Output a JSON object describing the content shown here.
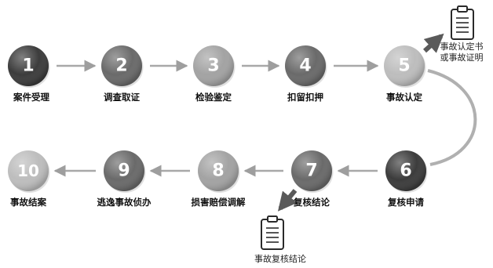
{
  "colors": {
    "dark": "#3c3c3c",
    "mid": "#6a6a6a",
    "light": "#a3a3a3",
    "pale": "#bdbdbd",
    "arrow": "#9e9e9e"
  },
  "steps": [
    {
      "number": "1",
      "label": "案件受理",
      "shade": "dark"
    },
    {
      "number": "2",
      "label": "调查取证",
      "shade": "mid"
    },
    {
      "number": "3",
      "label": "检验鉴定",
      "shade": "light"
    },
    {
      "number": "4",
      "label": "扣留扣押",
      "shade": "mid"
    },
    {
      "number": "5",
      "label": "事故认定",
      "shade": "pale"
    },
    {
      "number": "6",
      "label": "复核申请",
      "shade": "dark"
    },
    {
      "number": "7",
      "label": "复核结论",
      "shade": "mid"
    },
    {
      "number": "8",
      "label": "损害赔偿调解",
      "shade": "light"
    },
    {
      "number": "9",
      "label": "逃逸事故侦办",
      "shade": "mid"
    },
    {
      "number": "10",
      "label": "事故结案",
      "shade": "pale"
    }
  ],
  "documents": [
    {
      "lines": [
        "事故认定书",
        "或事故证明"
      ],
      "icon": "clipboard-icon"
    },
    {
      "lines": [
        "事故复核结论"
      ],
      "icon": "clipboard-icon"
    }
  ]
}
